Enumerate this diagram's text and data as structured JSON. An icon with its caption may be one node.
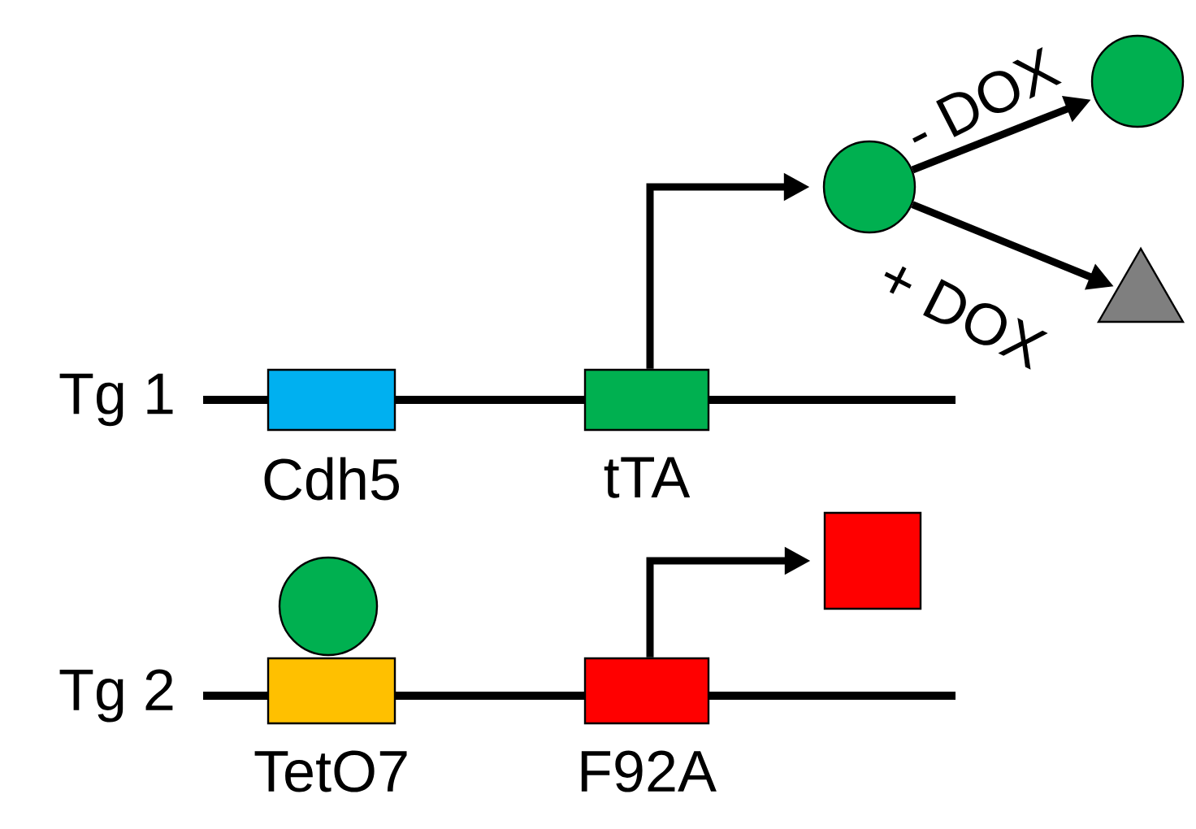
{
  "diagram": {
    "nodes": [
      {
        "text": [
          "Cdh5"
        ]
      },
      {
        "text": [
          "tTA"
        ]
      },
      {
        "text": [],
        "shape": "circle"
      },
      {
        "text": [],
        "shape": "circle"
      },
      {
        "text": [],
        "shape": "triangle"
      },
      {
        "text": [],
        "shape": "circle"
      },
      {
        "text": [
          "TetO7"
        ]
      },
      {
        "text": [
          "F92A"
        ]
      },
      {
        "text": [],
        "shape": "box"
      }
    ],
    "edges": [
      {
        "from": 1,
        "to": 2,
        "arrow": "to"
      },
      {
        "from": 2,
        "to": 3,
        "arrow": "to",
        "label": "- DOX"
      },
      {
        "from": 2,
        "to": 4,
        "arrow": "to",
        "label": "+ DOX"
      },
      {
        "from": 7,
        "to": 8,
        "arrow": "to"
      }
    ],
    "labels": [
      "Tg 1",
      "Tg 2"
    ]
  }
}
